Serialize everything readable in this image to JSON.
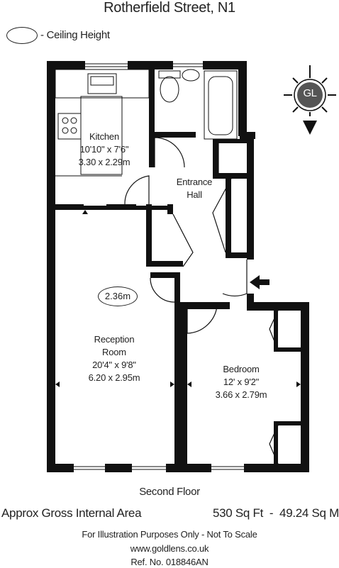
{
  "title": "Rotherfield Street, N1",
  "legend": {
    "label": "- Ceiling Height"
  },
  "compass": {
    "label": "GL"
  },
  "rooms": {
    "kitchen": {
      "name": "Kitchen",
      "imperial": "10'10\" x 7'6\"",
      "metric": "3.30 x 2.29m"
    },
    "entrance": {
      "name_line1": "Entrance",
      "name_line2": "Hall"
    },
    "reception": {
      "name_line1": "Reception",
      "name_line2": "Room",
      "imperial": "20'4\" x 9'8\"",
      "metric": "6.20 x 2.95m",
      "ceiling_height": "2.36m"
    },
    "bedroom": {
      "name": "Bedroom",
      "imperial": "12' x 9'2\"",
      "metric": "3.66 x 2.79m"
    }
  },
  "floor_label": "Second Floor",
  "area": {
    "label": "Approx Gross Internal Area",
    "value": "530 Sq Ft  -  49.24 Sq M"
  },
  "footer": {
    "disclaimer": "For Illustration Purposes Only - Not To Scale",
    "website": "www.goldlens.co.uk",
    "ref": "Ref. No. 018846AN"
  }
}
